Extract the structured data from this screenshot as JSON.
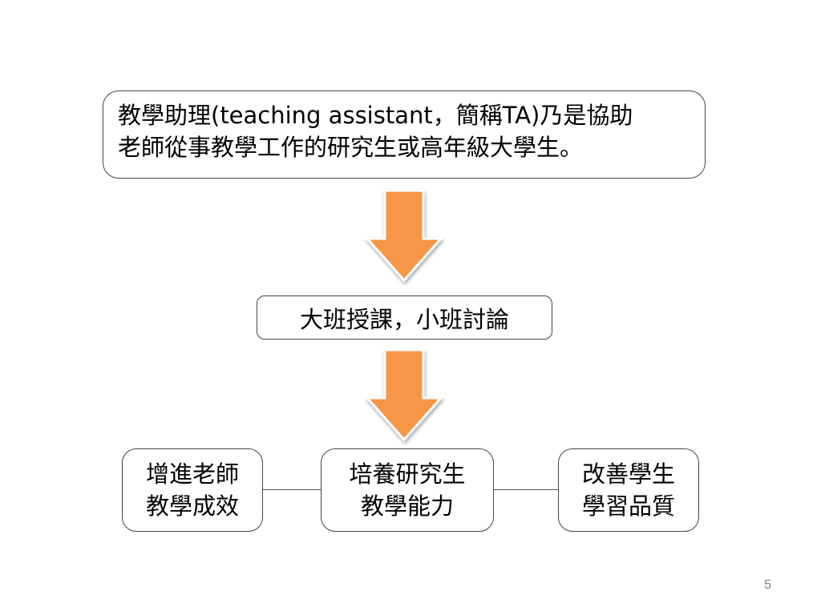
{
  "diagram": {
    "top_box": {
      "line1": "教學助理(teaching assistant，簡稱TA)乃是協助",
      "line2": "老師從事教學工作的研究生或高年級大學生。"
    },
    "middle_box": {
      "label": "大班授課，小班討論"
    },
    "outcomes": {
      "left": {
        "line1": "增進老師",
        "line2": "教學成效"
      },
      "center": {
        "line1": "培養研究生",
        "line2": "教學能力"
      },
      "right": {
        "line1": "改善學生",
        "line2": "學習品質"
      }
    },
    "arrow_color": "#F79646"
  },
  "slide": {
    "page_number": "5"
  }
}
